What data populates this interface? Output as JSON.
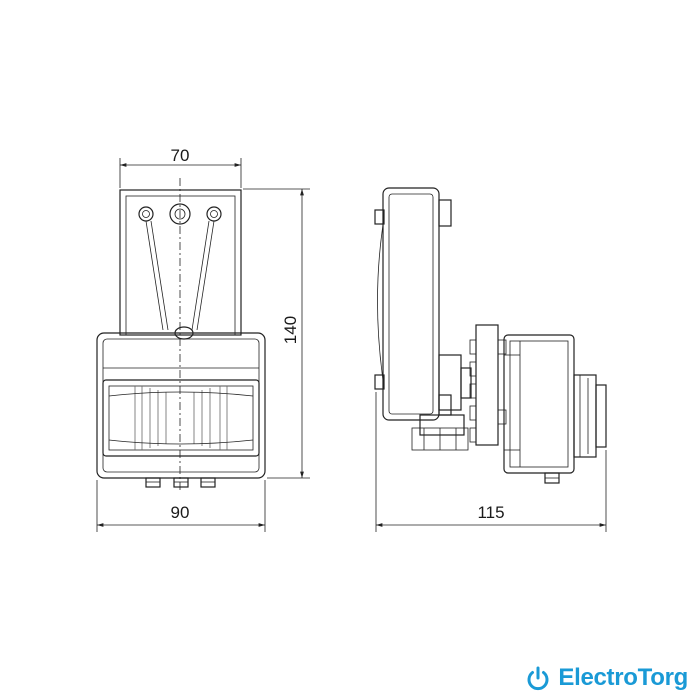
{
  "dimensions": {
    "front_top_width": "70",
    "front_bottom_width": "90",
    "height": "140",
    "side_depth": "115"
  },
  "brand": {
    "name": "ElectroTorg",
    "color": "#1a9ad6",
    "icon": "power-icon"
  }
}
